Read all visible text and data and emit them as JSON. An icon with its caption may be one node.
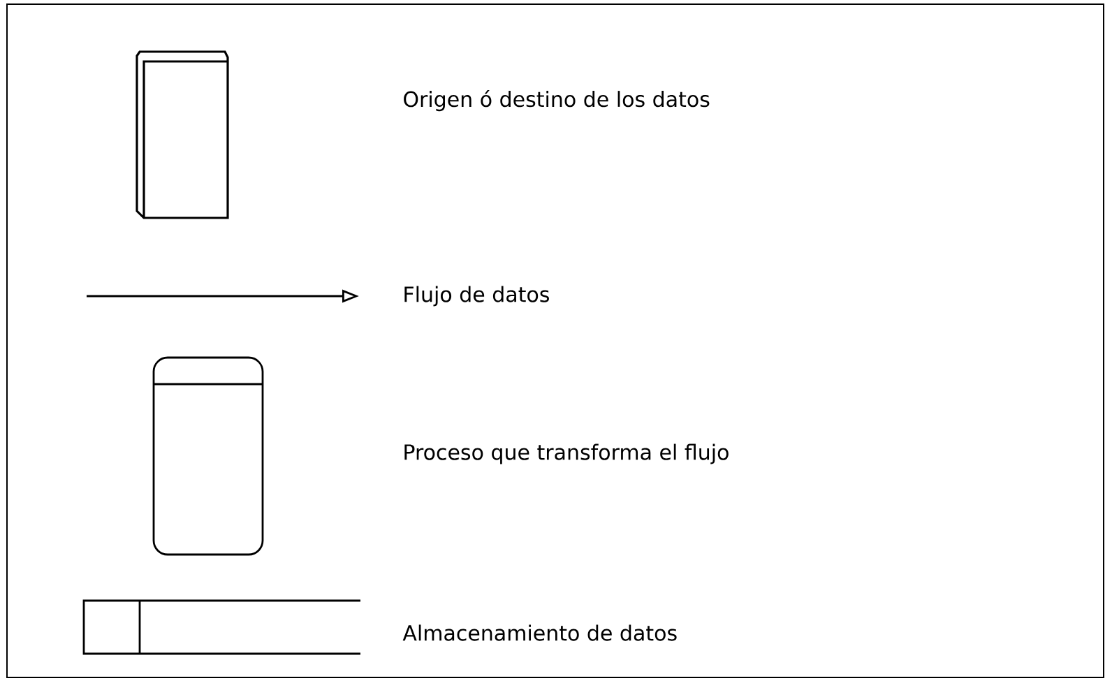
{
  "diagram": {
    "legend": [
      {
        "text": "Origen ó destino de los datos"
      },
      {
        "text": "Flujo de datos"
      },
      {
        "text": "Proceso que transforma el flujo"
      },
      {
        "text": "Almacenamiento de datos"
      }
    ]
  }
}
